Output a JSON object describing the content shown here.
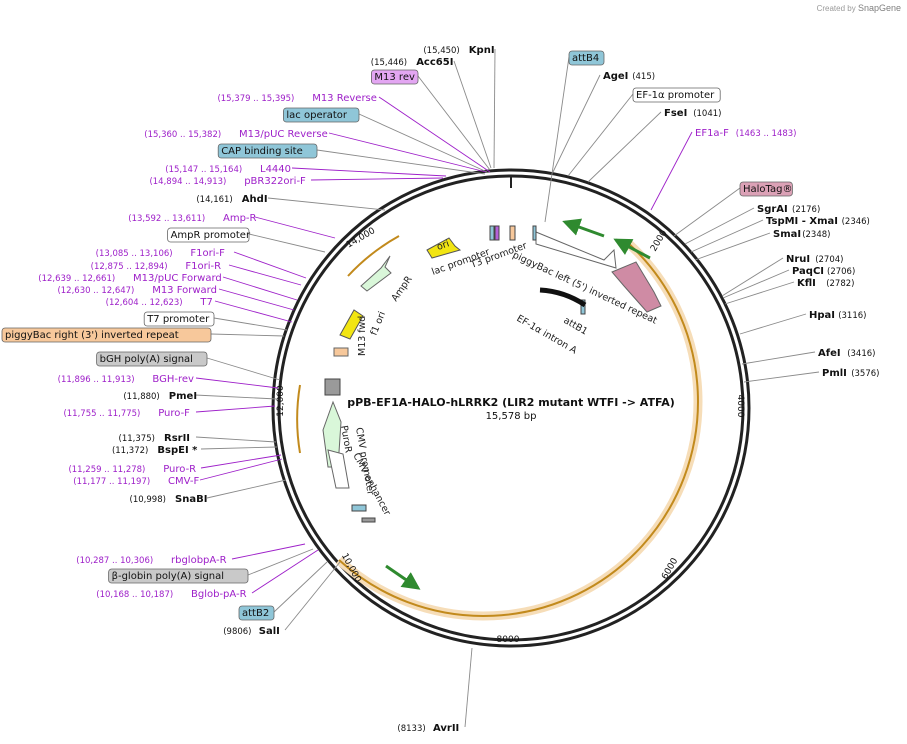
{
  "credit": {
    "prefix": "Created by",
    "brand": "SnapGene"
  },
  "plasmid": {
    "name": "pPB-EF1A-HALO-hLRRK2 (LIR2 mutant WTFI -> ATFA)",
    "length_label": "15,578 bp",
    "length": 15578
  },
  "ticks": [
    "2000",
    "4000",
    "6000",
    "8000",
    "10,000",
    "12,000",
    "14,000"
  ],
  "colors": {
    "orange": "#f0c16b",
    "green": "#2f8a2f",
    "boxed_blue": "#8fc6d8",
    "boxed_purple": "#e3a6f2",
    "boxed_pink": "#dba1b6",
    "boxed_orange": "#f7c89b",
    "boxed_gray": "#c9c9c9",
    "primer": "#9e20c9"
  },
  "labels": [
    {
      "pos": "(15,450)",
      "name": "KpnI",
      "kind": "enzyme"
    },
    {
      "pos": "(15,446)",
      "name": "Acc65I",
      "kind": "enzyme"
    },
    {
      "pos": "",
      "name": "M13 rev",
      "kind": "box-purple"
    },
    {
      "pos": "(15,379 .. 15,395)",
      "name": "M13 Reverse",
      "kind": "primer"
    },
    {
      "pos": "",
      "name": "lac operator",
      "kind": "box-blue"
    },
    {
      "pos": "(15,360 .. 15,382)",
      "name": "M13/pUC Reverse",
      "kind": "primer"
    },
    {
      "pos": "",
      "name": "CAP binding site",
      "kind": "box-blue"
    },
    {
      "pos": "(15,147 .. 15,164)",
      "name": "L4440",
      "kind": "primer"
    },
    {
      "pos": "(14,894 .. 14,913)",
      "name": "pBR322ori-F",
      "kind": "primer"
    },
    {
      "pos": "(14,161)",
      "name": "AhdI",
      "kind": "enzyme"
    },
    {
      "pos": "(13,592 .. 13,611)",
      "name": "Amp-R",
      "kind": "primer"
    },
    {
      "pos": "",
      "name": "AmpR promoter",
      "kind": "box-white"
    },
    {
      "pos": "(13,085 .. 13,106)",
      "name": "F1ori-F",
      "kind": "primer"
    },
    {
      "pos": "(12,875 .. 12,894)",
      "name": "F1ori-R",
      "kind": "primer"
    },
    {
      "pos": "(12,639 .. 12,661)",
      "name": "M13/pUC Forward",
      "kind": "primer"
    },
    {
      "pos": "(12,630 .. 12,647)",
      "name": "M13 Forward",
      "kind": "primer"
    },
    {
      "pos": "(12,604 .. 12,623)",
      "name": "T7",
      "kind": "primer"
    },
    {
      "pos": "",
      "name": "T7 promoter",
      "kind": "box-white"
    },
    {
      "pos": "",
      "name": "piggyBac right (3') inverted repeat",
      "kind": "box-orange"
    },
    {
      "pos": "",
      "name": "bGH poly(A) signal",
      "kind": "box-gray"
    },
    {
      "pos": "(11,896 .. 11,913)",
      "name": "BGH-rev",
      "kind": "primer"
    },
    {
      "pos": "(11,880)",
      "name": "PmeI",
      "kind": "enzyme"
    },
    {
      "pos": "(11,755 .. 11,775)",
      "name": "Puro-F",
      "kind": "primer"
    },
    {
      "pos": "(11,375)",
      "name": "RsrII",
      "kind": "enzyme"
    },
    {
      "pos": "(11,372)",
      "name": "BspEI *",
      "kind": "enzyme"
    },
    {
      "pos": "(11,259 .. 11,278)",
      "name": "Puro-R",
      "kind": "primer"
    },
    {
      "pos": "(11,177 .. 11,197)",
      "name": "CMV-F",
      "kind": "primer"
    },
    {
      "pos": "(10,998)",
      "name": "SnaBI",
      "kind": "enzyme"
    },
    {
      "pos": "(10,287 .. 10,306)",
      "name": "rbglobpA-R",
      "kind": "primer"
    },
    {
      "pos": "",
      "name": "β-globin poly(A) signal",
      "kind": "box-gray"
    },
    {
      "pos": "(10,168 .. 10,187)",
      "name": "Bglob-pA-R",
      "kind": "primer"
    },
    {
      "pos": "",
      "name": "attB2",
      "kind": "box-blue"
    },
    {
      "pos": "(9806)",
      "name": "SalI",
      "kind": "enzyme"
    },
    {
      "pos": "(8133)",
      "name": "AvrII",
      "kind": "enzyme"
    },
    {
      "pos": "",
      "name": "attB4",
      "kind": "box-blue"
    },
    {
      "pos": "(415)",
      "name": "AgeI",
      "kind": "enzyme"
    },
    {
      "pos": "",
      "name": "EF-1α promoter",
      "kind": "box-white"
    },
    {
      "pos": "(1041)",
      "name": "FseI",
      "kind": "enzyme"
    },
    {
      "pos": "(1463 .. 1483)",
      "name": "EF1a-F",
      "kind": "primer"
    },
    {
      "pos": "",
      "name": "HaloTag®",
      "kind": "box-pink"
    },
    {
      "pos": "(2176)",
      "name": "SgrAI",
      "kind": "enzyme"
    },
    {
      "pos": "(2346)",
      "name": "TspMI - XmaI",
      "kind": "enzyme"
    },
    {
      "pos": "(2348)",
      "name": "SmaI",
      "kind": "enzyme"
    },
    {
      "pos": "(2704)",
      "name": "NruI",
      "kind": "enzyme"
    },
    {
      "pos": "(2706)",
      "name": "PaqCI",
      "kind": "enzyme"
    },
    {
      "pos": "(2782)",
      "name": "KflI",
      "kind": "enzyme"
    },
    {
      "pos": "(3116)",
      "name": "HpaI",
      "kind": "enzyme"
    },
    {
      "pos": "(3416)",
      "name": "AfeI",
      "kind": "enzyme"
    },
    {
      "pos": "(3576)",
      "name": "PmlI",
      "kind": "enzyme"
    }
  ],
  "inner_labels": [
    "ori",
    "lac promoter",
    "T3 promoter",
    "piggyBac left (5') inverted repeat",
    "attB1",
    "EF-1α intron A",
    "AmpR",
    "f1 ori",
    "M13 fwd",
    "CMV promoter",
    "PuroR",
    "CMV enhancer"
  ]
}
